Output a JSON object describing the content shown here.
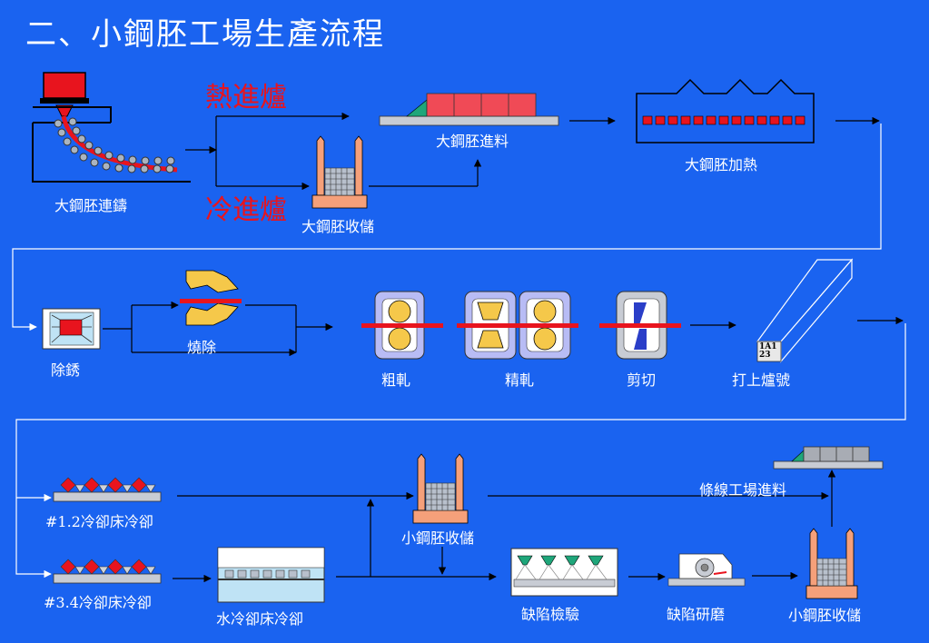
{
  "title": "二、小鋼胚工場生產流程",
  "colors": {
    "background": "#1a63f0",
    "flow_line": "#ffffff",
    "accent_red": "#e8141e",
    "billet": "#f04a56"
  },
  "labels": {
    "continuous_casting": "大鋼胚連鑄",
    "hot_charge": "熱進爐",
    "cold_charge": "冷進爐",
    "large_billet_storage": "大鋼胚收儲",
    "large_billet_feed": "大鋼胚進料",
    "large_billet_heating": "大鋼胚加熱",
    "descaling": "除銹",
    "scarfing": "燒除",
    "rough_rolling": "粗軋",
    "finish_rolling": "精軋",
    "shearing": "剪切",
    "stamp_number": "打上爐號",
    "stamp_code": "1A1 23",
    "cooling_bed_12": "#1.2冷卻床冷卻",
    "cooling_bed_34": "#3.4冷卻床冷卻",
    "water_cooling_bed": "水冷卻床冷卻",
    "small_billet_storage_1": "小鋼胚收儲",
    "small_billet_storage_2": "小鋼胚收儲",
    "wire_plant_feed": "條線工場進料",
    "defect_inspection": "缺陷檢驗",
    "defect_grinding": "缺陷研磨"
  }
}
